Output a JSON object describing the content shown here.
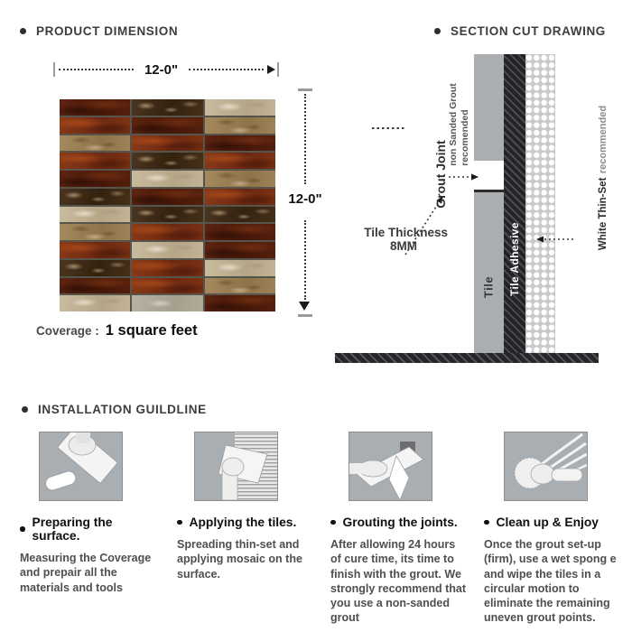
{
  "product_dimension": {
    "heading": "PRODUCT DIMENSION",
    "width_label": "12-0\"",
    "height_label": "12-0\"",
    "coverage_label": "Coverage :",
    "coverage_value": "1 square feet",
    "tile_grid": {
      "legend": {
        "c1": "#7d3315",
        "c2": "#54200d",
        "de": "#3f2b1a",
        "le": "#9e835a",
        "tv": "#c3b397",
        "pg": "#b3ab9a"
      },
      "rows": [
        [
          "c2",
          "de",
          "tv"
        ],
        [
          "c1",
          "c2",
          "le"
        ],
        [
          "le",
          "c1",
          "c2"
        ],
        [
          "c1",
          "de",
          "c1"
        ],
        [
          "c2",
          "tv",
          "le"
        ],
        [
          "de",
          "c2",
          "c1"
        ],
        [
          "tv",
          "de",
          "de"
        ],
        [
          "le",
          "c1",
          "c2"
        ],
        [
          "c1",
          "tv",
          "c2"
        ],
        [
          "de",
          "c1",
          "tv"
        ],
        [
          "c2",
          "c1",
          "le"
        ],
        [
          "tv",
          "pg",
          "c2"
        ]
      ]
    }
  },
  "section_cut": {
    "heading": "SECTION CUT DRAWING",
    "labels": {
      "grout_joint": "Grout Joint",
      "grout_note_line1": "non Sanded Grout",
      "grout_note_line2": "recomended",
      "tile_thickness_line1": "Tile Thickness",
      "tile_thickness_line2": "8MM",
      "tile": "Tile",
      "tile_adhesive": "Tile Adhesive",
      "thin_set_bold": "White Thin-Set",
      "thin_set_gray": "recommended"
    },
    "colors": {
      "tile_column": "#aaaeb1",
      "adhesive_dark": "#232327",
      "thinset_bg": "#c9c9c9"
    }
  },
  "installation": {
    "heading": "INSTALLATION GUILDLINE",
    "steps": [
      {
        "icon": "surface-roller-icon",
        "title": "Preparing the surface.",
        "description": "Measuring the Coverage and prepair all the materials and tools"
      },
      {
        "icon": "trowel-spread-icon",
        "title": "Applying the tiles.",
        "description": "Spreading thin-set and applying mosaic on the surface."
      },
      {
        "icon": "grout-float-icon",
        "title": "Grouting the joints.",
        "description": "After allowing 24 hours of cure time, its time to finish with the grout. We strongly recommend that you use a non-sanded grout"
      },
      {
        "icon": "sponge-clean-icon",
        "title": "Clean up & Enjoy",
        "description": "Once the grout set-up (firm), use a wet spong e and wipe the tiles in  a circular motion to eliminate the remaining uneven grout points."
      }
    ]
  }
}
